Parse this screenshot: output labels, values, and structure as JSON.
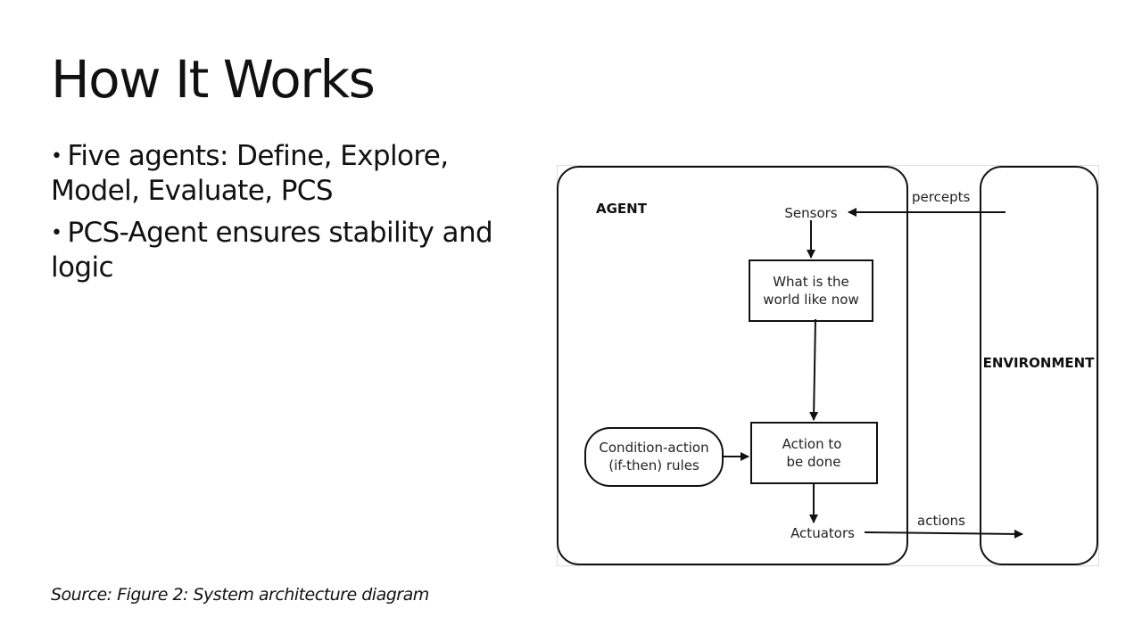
{
  "slide": {
    "title": "How It Works",
    "bullets": [
      {
        "marker": "•",
        "text": "Five agents: Define, Explore, Model, Evaluate, PCS"
      },
      {
        "marker": "•",
        "text": "PCS-Agent ensures stability and logic"
      }
    ],
    "source": "Source: Figure 2: System architecture diagram"
  },
  "diagram": {
    "agent_label": "AGENT",
    "environment_label": "ENVIRONMENT",
    "sensors": "Sensors",
    "state_box": [
      "What is the",
      "world like now"
    ],
    "rules_box": [
      "Condition-action",
      "(if-then) rules"
    ],
    "action_box": [
      "Action to",
      "be done"
    ],
    "actuators": "Actuators",
    "percepts": "percepts",
    "actions": "actions"
  }
}
